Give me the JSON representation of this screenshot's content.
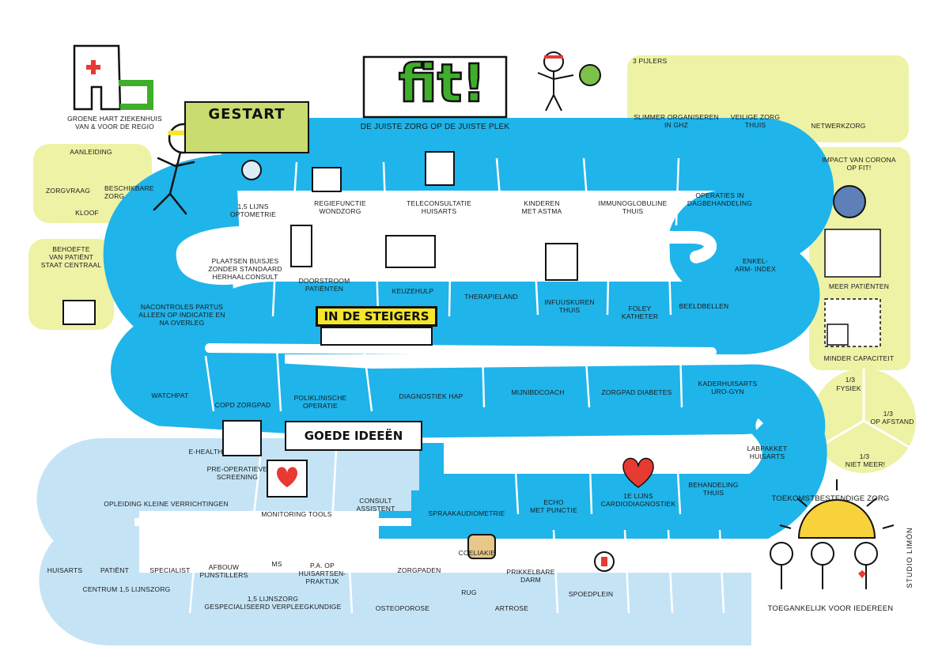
{
  "title": "fit!",
  "subtitle": "DE JUISTE ZORG OP DE JUISTE PLEK",
  "hospital_caption": "GROENE HART ZIEKENHUIS\nVAN & VOOR DE REGIO",
  "start_label": "GESTART",
  "sign_steigers": "IN DE STEIGERS",
  "sign_ideeen": "GOEDE IDEEËN",
  "aanleiding": {
    "title": "AANLEIDING",
    "zorgvraag": "ZORGVRAAG",
    "beschikbare_zorg": "BESCHIKBARE\nZORG",
    "kloof": "KLOOF"
  },
  "behoefte": "BEHOEFTE\nVAN PATIËNT\nSTAAT CENTRAAL",
  "pijlers": {
    "title": "3 PIJLERS",
    "items": [
      "SLIMMER ORGANISEREN\nIN GHZ",
      "VEILIGE ZORG\nTHUIS",
      "NETWERKZORG"
    ]
  },
  "corona": {
    "title": "IMPACT VAN CORONA\nOP FIT!",
    "meer": "MEER PATIËNTEN",
    "minder": "MINDER CAPACITEIT"
  },
  "split": {
    "fysiek_frac": "1/3",
    "fysiek": "FYSIEK",
    "afstand_frac": "1/3",
    "afstand": "OP AFSTAND",
    "niet_frac": "1/3",
    "niet": "NIET MEER!"
  },
  "gestart_row1": [
    "1,5 LIJNS\nOPTOMETRIE",
    "REGIEFUNCTIE\nWONDZORG",
    "TELECONSULTATIE\nHUISARTS",
    "KINDEREN\nMET ASTMA",
    "IMMUNOGLOBULINE\nTHUIS",
    "OPERATIES IN\nDAGBEHANDELING"
  ],
  "gestart_row2": [
    "PLAATSEN BUISJES\nZONDER STANDAARD\nHERHAALCONSULT",
    "DOORSTROOM\nPATIËNTEN",
    "KEUZEHULP",
    "THERAPIELAND",
    "INFUUSKUREN\nTHUIS",
    "FOLEY\nKATHETER",
    "BEELDBELLEN",
    "ENKEL-\nARM- INDEX"
  ],
  "nacontroles": "NACONTROLES PARTUS\nALLEEN OP INDICATIE EN\nNA OVERLEG",
  "steigers_row": [
    "WatchPAT",
    "COPD ZORGPAD",
    "POLIKLINISCHE\nOPERATIE",
    "DIAGNOSTIEK HAP",
    "MijnIBDcoach",
    "ZORGPAD DIABETES",
    "KADERHUISARTS\nURO-GYN"
  ],
  "labpakket": "LABPAKKET\nHUISARTS",
  "ideeen_row1": [
    "e-HEALTH",
    "PRE-OPERATIEVE\nSCREENING",
    "OPLEIDING KLEINE VERRICHTINGEN",
    "MONITORING TOOLS",
    "CONSULT\nASSISTENT",
    "SPRAAKAUDIOMETRIE",
    "ECHO\nMET PUNCTIE",
    "1E LIJNS\nCARDIODIAGNOSTIEK",
    "BEHANDELING\nTHUIS"
  ],
  "ideeen_row2": {
    "huisarts": "HUISARTS",
    "patient": "PATIËNT",
    "specialist": "SPECIALIST",
    "centrum": "CENTRUM 1,5 LIJNSZORG",
    "afbouw": "AFBOUW\nPIJNSTILLERS",
    "ms": "MS",
    "pa": "P.A. OP\nHUISARTSEN-\nPRAKTIJK",
    "verpleeg": "1,5 LIJNSZORG\nGESPECIALISEERD VERPLEEGKUNDIGE",
    "zorgpaden": "ZORGPADEN",
    "coeliakie": "COELIAKIE",
    "prikkelbare": "PRIKKELBARE\nDARM",
    "rug": "RUG",
    "osteoporose": "OSTEOPOROSE",
    "artrose": "ARTROSE",
    "spoedplein": "SPOEDPLEIN"
  },
  "toekomst": "TOEKOMSTBESTENDIGE ZORG",
  "toegankelijk": "TOEGANKELIJK VOOR IEDEREEN",
  "studio": "STUDIO LIMÓN",
  "colors": {
    "track_dark": "#1fb4ea",
    "track_light": "#c4e4f6",
    "panel": "#eef2a5",
    "sign_yellow": "#f5e62a",
    "logo_green": "#3fae2a",
    "cross_red": "#e63a33",
    "sun": "#f7d23a"
  }
}
